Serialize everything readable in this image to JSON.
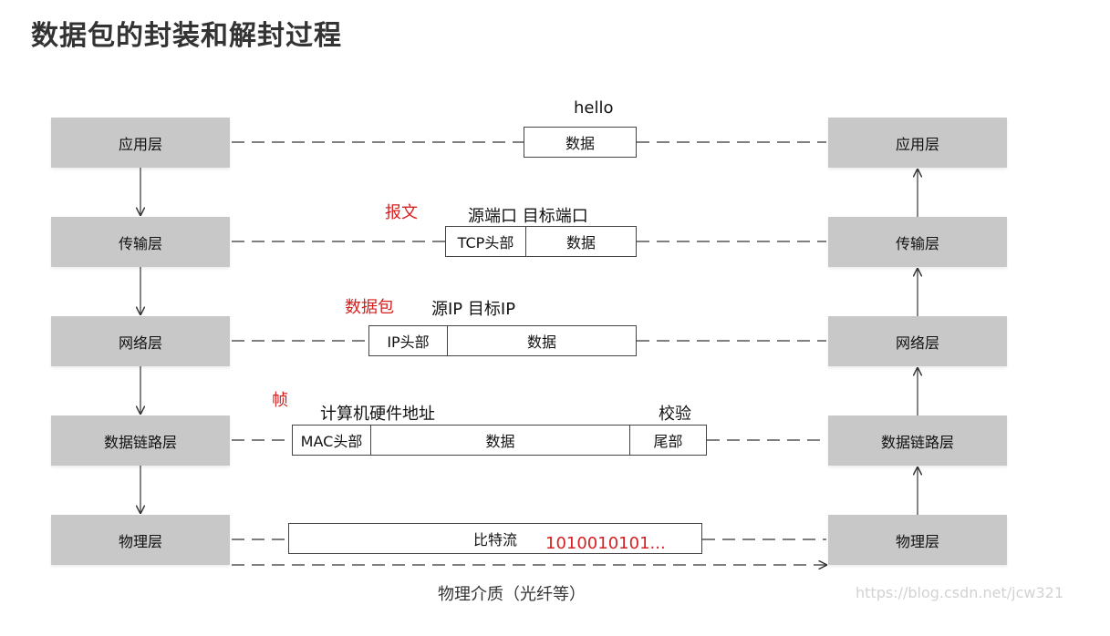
{
  "title": "数据包的封装和解封过程",
  "left_layers": [
    "应用层",
    "传输层",
    "网络层",
    "数据链路层",
    "物理层"
  ],
  "right_layers": [
    "应用层",
    "传输层",
    "网络层",
    "数据链路层",
    "物理层"
  ],
  "packets": {
    "app": {
      "data": "数据"
    },
    "transport": {
      "header": "TCP头部",
      "data": "数据"
    },
    "network": {
      "header": "IP头部",
      "data": "数据"
    },
    "datalink": {
      "header": "MAC头部",
      "data": "数据",
      "trailer": "尾部"
    },
    "physical": {
      "data": "比特流",
      "bits": "1010010101..."
    }
  },
  "labels": {
    "hello": "hello",
    "segment_name": "报文",
    "ports": "源端口  目标端口",
    "packet_name": "数据包",
    "ips": "源IP  目标IP",
    "frame_name": "帧",
    "mac": "计算机硬件地址",
    "check": "校验",
    "medium": "物理介质（光纤等）"
  },
  "watermark": "https://blog.csdn.net/jcw321",
  "colors": {
    "layer_box": "#c8c8c8",
    "annotation": "#d42020"
  }
}
